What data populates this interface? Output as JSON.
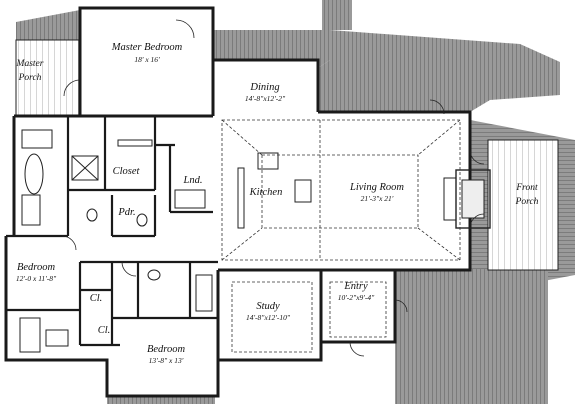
{
  "plan": {
    "rooms": [
      {
        "id": "master-bedroom",
        "name": "Master Bedroom",
        "dims": "18' x 16'"
      },
      {
        "id": "master-porch",
        "name": "Master Porch",
        "dims": ""
      },
      {
        "id": "dining",
        "name": "Dining",
        "dims": "14'-8\"x12'-2\""
      },
      {
        "id": "closet",
        "name": "Closet",
        "dims": ""
      },
      {
        "id": "laundry",
        "name": "Lnd.",
        "dims": ""
      },
      {
        "id": "kitchen",
        "name": "Kitchen",
        "dims": ""
      },
      {
        "id": "living-room",
        "name": "Living Room",
        "dims": "21'-3\"x 21'"
      },
      {
        "id": "front-porch",
        "name": "Front Porch",
        "dims": ""
      },
      {
        "id": "powder",
        "name": "Pdr.",
        "dims": ""
      },
      {
        "id": "bedroom-1",
        "name": "Bedroom",
        "dims": "12'-0 x 11'-8\""
      },
      {
        "id": "closet-1",
        "name": "Cl.",
        "dims": ""
      },
      {
        "id": "closet-2",
        "name": "Cl.",
        "dims": ""
      },
      {
        "id": "bedroom-2",
        "name": "Bedroom",
        "dims": "13'-8\" x 13'"
      },
      {
        "id": "study",
        "name": "Study",
        "dims": "14'-8\"x12'-10\""
      },
      {
        "id": "entry",
        "name": "Entry",
        "dims": "10'-2\"x9'-4\""
      }
    ],
    "colors": {
      "wall": "#1a1a1a",
      "roof": "#8c8c8c",
      "floor": "#ffffff",
      "hatch": "#555555"
    }
  }
}
